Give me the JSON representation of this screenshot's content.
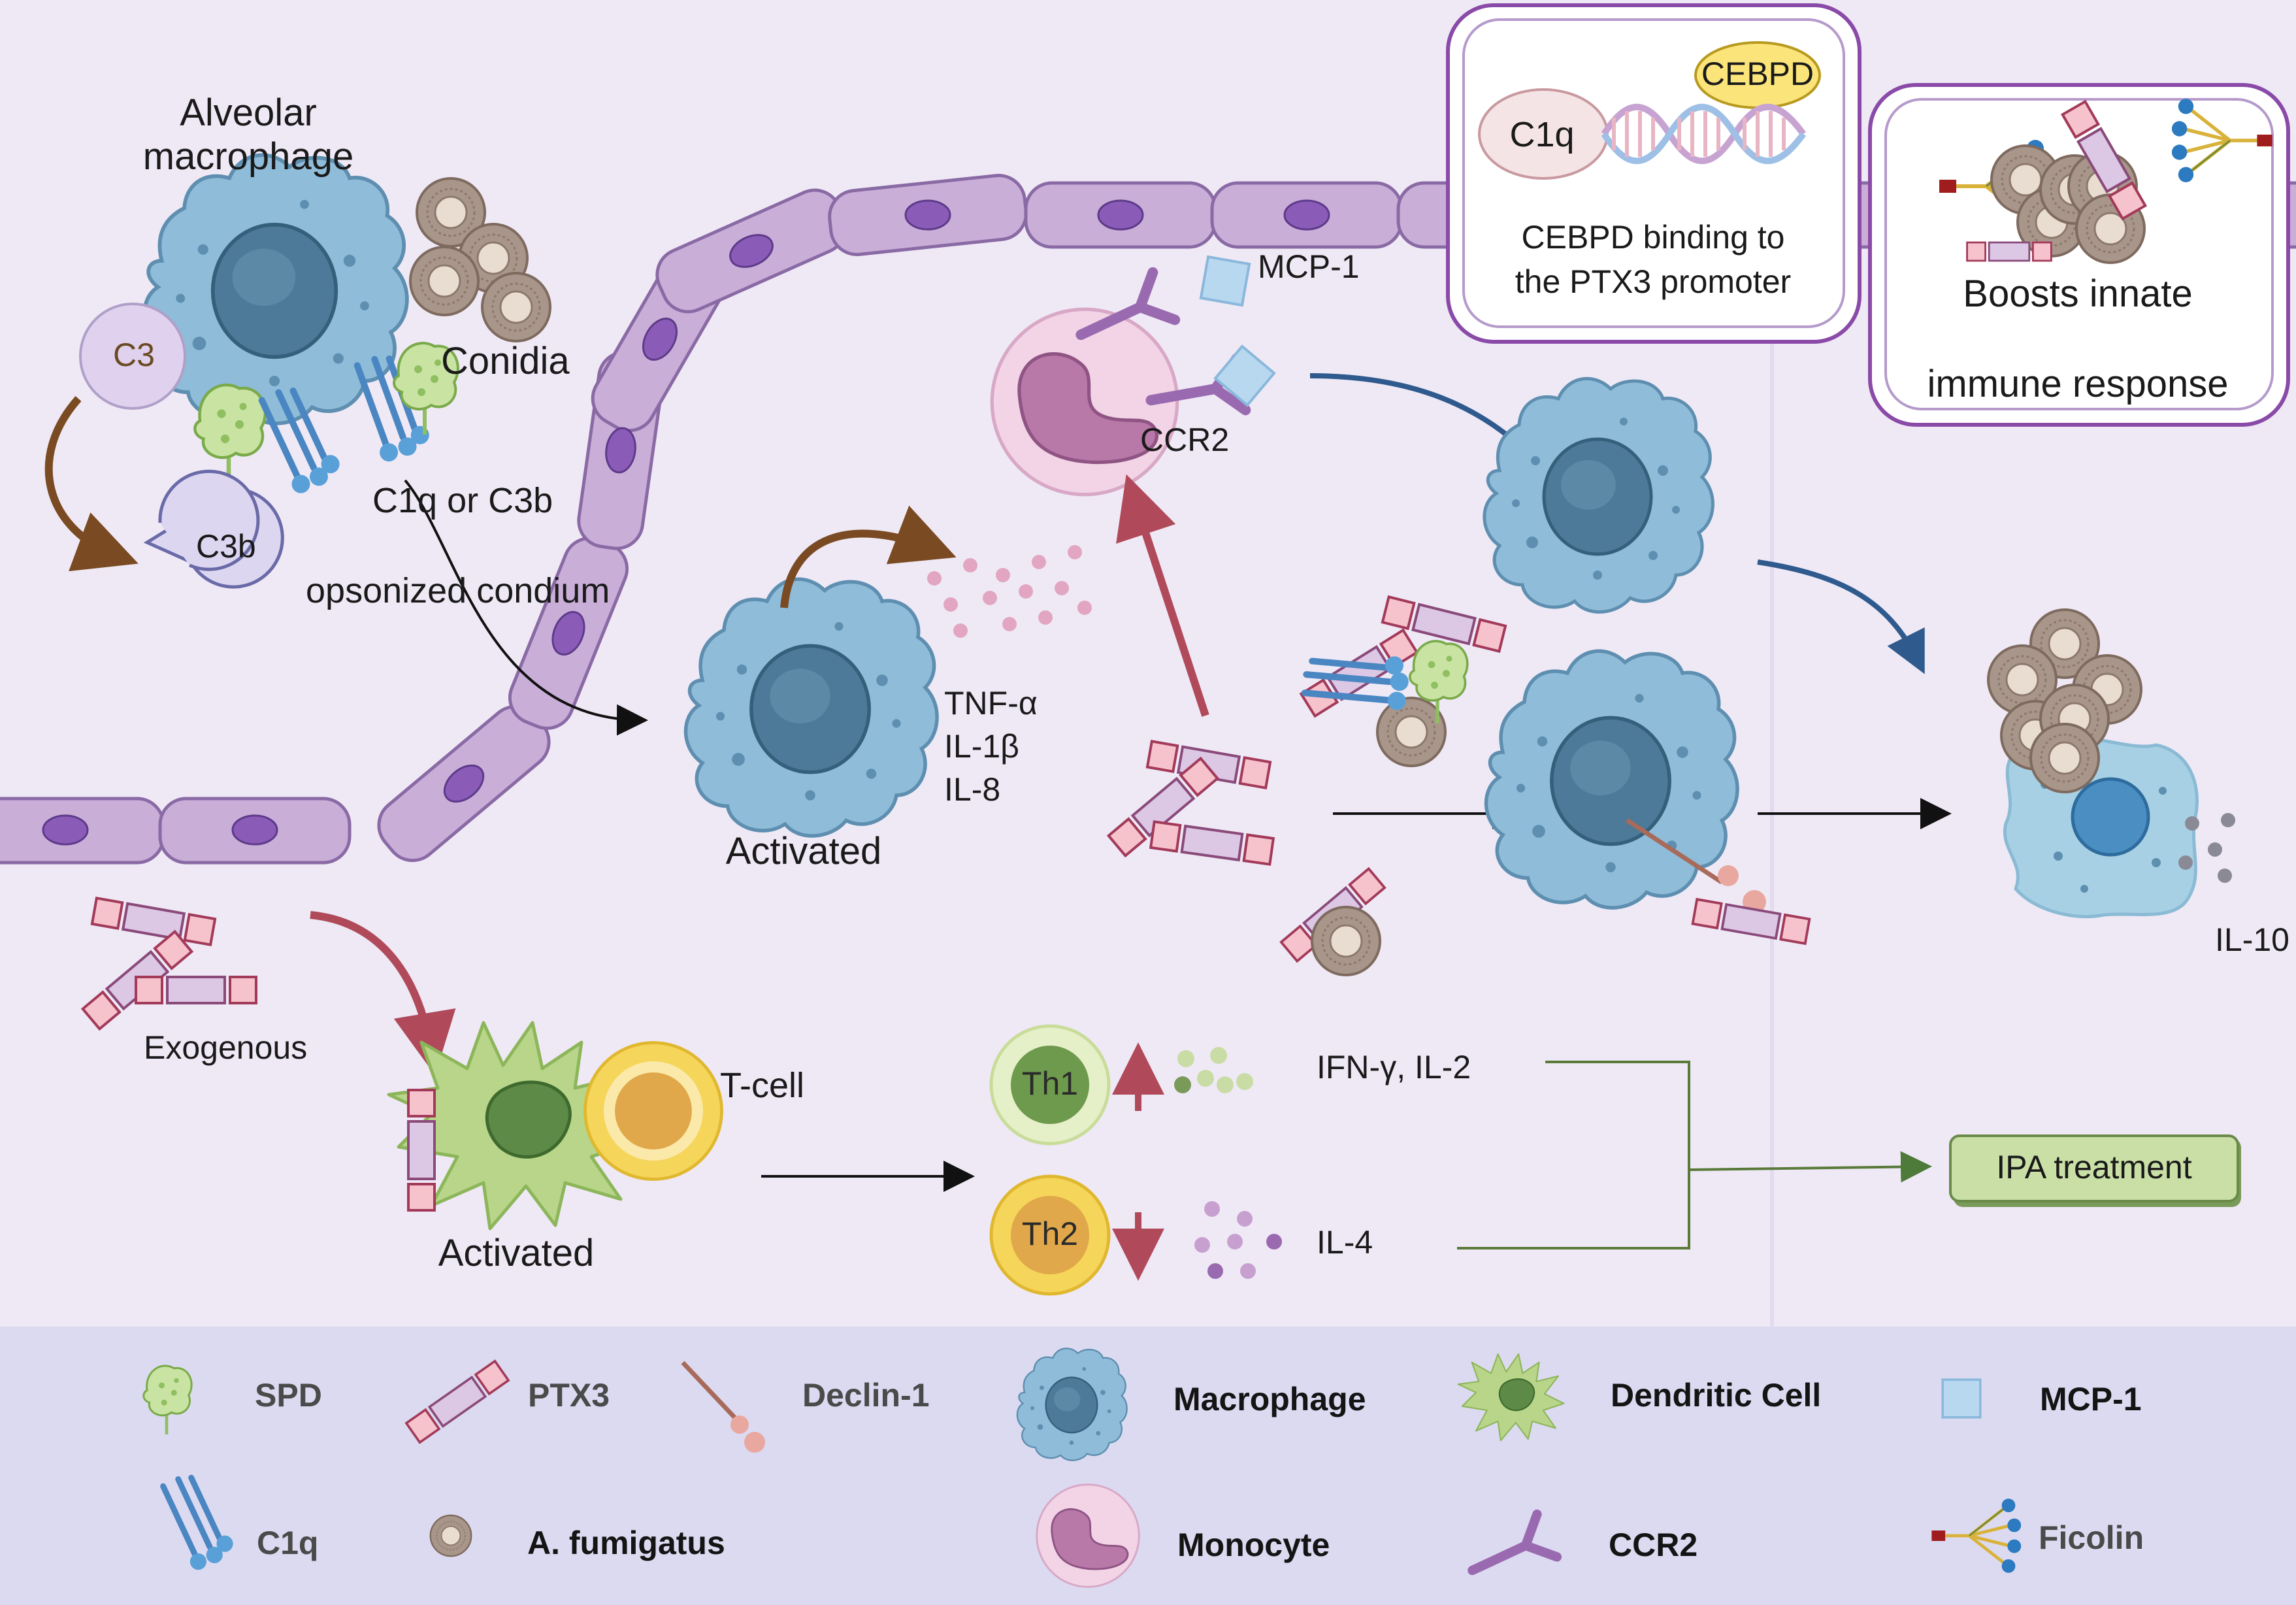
{
  "labels": {
    "alveolar_macrophage": "Alveolar\nmacrophage",
    "c3": "C3",
    "c3b": "C3b",
    "conidia": "Conidia",
    "opsonized_line1": "C1q or C3b",
    "opsonized_line2": "opsonized condium",
    "activated_macrophage": "Activated",
    "cytokines": "TNF-α\nIL-1β\nIL-8",
    "mcp1": "MCP-1",
    "ccr2": "CCR2",
    "cebpd": "CEBPD",
    "c1q_gene": "C1q",
    "cebpd_caption": "CEBPD binding to\nthe PTX3 promoter",
    "boosts_line1": "Boosts innate",
    "boosts_line2": "immune response",
    "il10": "IL-10",
    "exogenous": "Exogenous",
    "tcell": "T-cell",
    "activated_dc": "Activated",
    "th1": "Th1",
    "th2": "Th2",
    "ifn": "IFN-γ, IL-2",
    "il4": "IL-4",
    "ipa": "IPA treatment"
  },
  "legend": {
    "spd": "SPD",
    "ptx3": "PTX3",
    "declin": "Declin-1",
    "macrophage": "Macrophage",
    "dendritic": "Dendritic Cell",
    "mcp1": "MCP-1",
    "c1q": "C1q",
    "afumigatus": "A. fumigatus",
    "monocyte": "Monocyte",
    "ccr2": "CCR2",
    "ficolin": "Ficolin"
  },
  "colors": {
    "background": "#efe9f6",
    "legend_band": "#dcdaf0",
    "epithelium": "#c9aed8",
    "macrophage": "#8fbcd8",
    "nucleus": "#4c7a98",
    "monocyte": "#f2d4e6",
    "dendritic": "#b8d58a",
    "tcell": "#f5d55a",
    "arrow_brown": "#7a4a22",
    "arrow_red": "#b04a5a",
    "arrow_blue": "#2f5a8e",
    "ipa_box": "#c9dfa5",
    "box_border": "#8a4aa8"
  }
}
